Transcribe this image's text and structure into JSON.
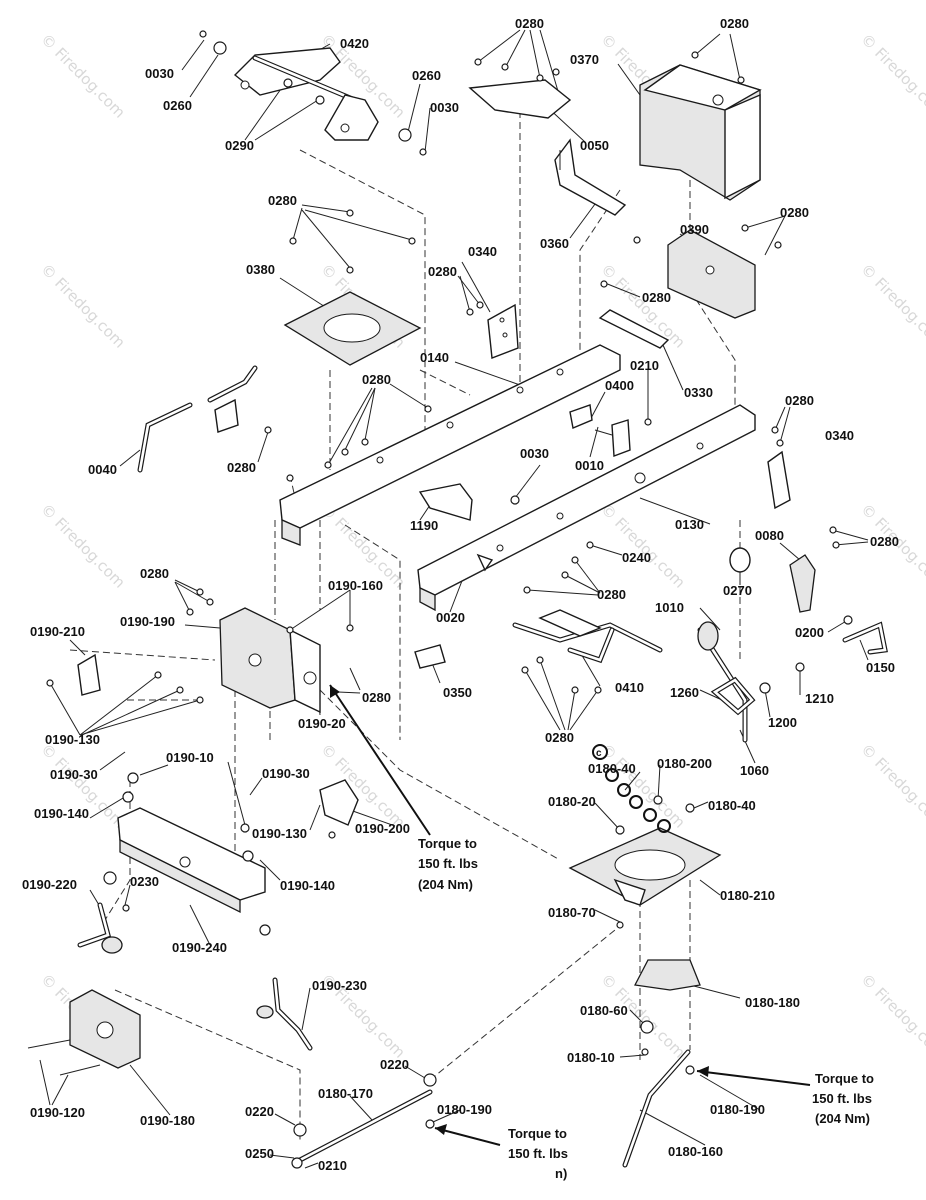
{
  "watermark": "© Firedog.com",
  "callouts": {
    "c0030_a": "0030",
    "c0260_a": "0260",
    "c0420": "0420",
    "c0260_b": "0260",
    "c0030_b": "0030",
    "c0290": "0290",
    "c0280_top": "0280",
    "c0050": "0050",
    "c0370": "0370",
    "c0280_tr": "0280",
    "c0360": "0360",
    "c0280_a": "0280",
    "c0380": "0380",
    "c0340_a": "0340",
    "c0280_b": "0280",
    "c0390": "0390",
    "c0280_c": "0280",
    "c0280_d": "0280",
    "c0330": "0330",
    "c0140": "0140",
    "c0210_a": "0210",
    "c0280_e": "0280",
    "c0400": "0400",
    "c0280_f": "0280",
    "c0340_b": "0340",
    "c0010": "0010",
    "c0040": "0040",
    "c0280_g": "0280",
    "c0030_c": "0030",
    "c1190": "1190",
    "c0130": "0130",
    "c0080": "0080",
    "c0280_h": "0280",
    "c0240": "0240",
    "c0280_i": "0280",
    "c0020": "0020",
    "c0270": "0270",
    "c1010": "1010",
    "c0200": "0200",
    "c0150": "0150",
    "c0280_j": "0280",
    "c0190_160": "0190-160",
    "c0190_190": "0190-190",
    "c0190_210": "0190-210",
    "c0280_k": "0280",
    "c0350": "0350",
    "c0410": "0410",
    "c1260": "1260",
    "c1210": "1210",
    "c1200": "1200",
    "c0190_130_a": "0190-130",
    "c0190_20": "0190-20",
    "c0280_l": "0280",
    "c1060": "1060",
    "c0190_30_a": "0190-30",
    "c0190_10": "0190-10",
    "c0180_40_a": "0180-40",
    "c0180_200": "0180-200",
    "c0190_140_a": "0190-140",
    "c0190_30_b": "0190-30",
    "c0180_20": "0180-20",
    "c0180_40_b": "0180-40",
    "c0190_130_b": "0190-130",
    "c0190_200": "0190-200",
    "c0190_220": "0190-220",
    "c0230": "0230",
    "c0190_140_b": "0190-140",
    "c0180_210": "0180-210",
    "c0190_240": "0190-240",
    "c0180_70": "0180-70",
    "c0190_230": "0190-230",
    "c0180_180": "0180-180",
    "c0180_60": "0180-60",
    "c0180_10": "0180-10",
    "c0220_a": "0220",
    "c0190_120": "0190-120",
    "c0190_180": "0190-180",
    "c0180_170": "0180-170",
    "c0220_b": "0220",
    "c0180_190_a": "0180-190",
    "c0250": "0250",
    "c0210_b": "0210",
    "c0180_190_b": "0180-190",
    "c0180_160": "0180-160"
  },
  "notes": {
    "torque_center": [
      "Torque to",
      "150 ft. lbs",
      "(204 Nm)"
    ],
    "torque_bottom": [
      "Torque to",
      "150 ft. lbs",
      "n)"
    ],
    "torque_right": [
      "Torque to",
      "150 ft. lbs",
      "(204 Nm)"
    ]
  },
  "colors": {
    "line": "#1a1a1a",
    "watermark": "#d8d8d8",
    "background": "#ffffff"
  },
  "icons": {
    "copyright_badge": "copyright-icon"
  }
}
